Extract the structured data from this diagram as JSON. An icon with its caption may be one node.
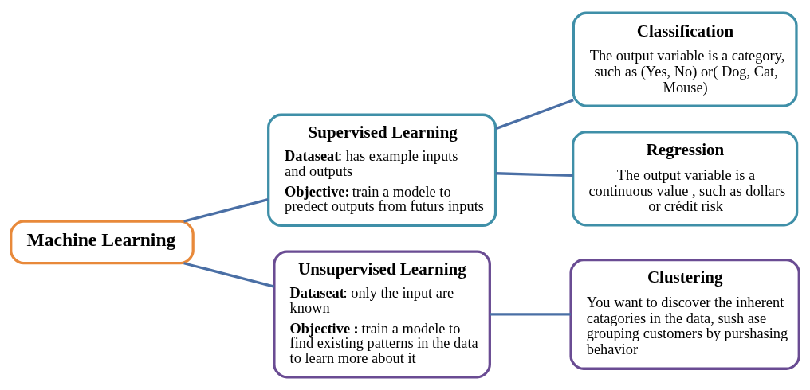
{
  "diagram": {
    "nodes": [
      {
        "text": [
          "Machine Learning"
        ]
      },
      {
        "text": [
          "Supervised Learning",
          "**Dataseat**: has example inputs and outputs",
          "**Objective:** train a modele to predect outputs from futurs inputs"
        ]
      },
      {
        "text": [
          "Unsupervised Learning",
          "**Dataseat**: only the input are known",
          "**Objective :** train a modele to find existing patterns in the data to learn more about it"
        ]
      },
      {
        "text": [
          "Classification",
          "The output variable is a category, such as (Yes, No) or( Dog, Cat, Mouse)"
        ]
      },
      {
        "text": [
          "Regression",
          "The output variable is a continuous value , such as dollars or crédit risk"
        ]
      },
      {
        "text": [
          "Clustering",
          "You want to discover the inherent catagories in the data, sush ase grouping customers by purshasing behavior"
        ]
      }
    ],
    "edges": [
      {
        "from": 0,
        "to": 1,
        "arrow": "none"
      },
      {
        "from": 0,
        "to": 2,
        "arrow": "none"
      },
      {
        "from": 1,
        "to": 3,
        "arrow": "none"
      },
      {
        "from": 1,
        "to": 4,
        "arrow": "none"
      },
      {
        "from": 2,
        "to": 5,
        "arrow": "none"
      }
    ]
  }
}
